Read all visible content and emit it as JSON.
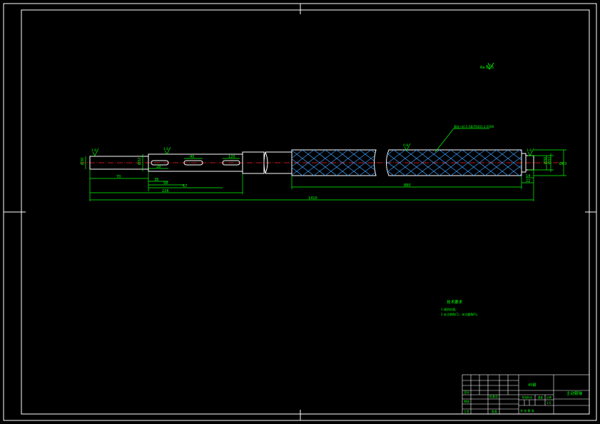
{
  "colors": {
    "background": "#000000",
    "frame": "#ffffff",
    "geometry": "#ffffff",
    "dimension": "#00ff00",
    "centerline": "#ff2020",
    "knurl": "#3aa0ff",
    "title_block": "#ffffff",
    "title_text": "#00ff00"
  },
  "roughness": {
    "general": "Ra 12.5",
    "left_end": "1.6",
    "journal": "1.6",
    "knurl_zone": "0.8",
    "right_end": "1.6"
  },
  "dimensions": {
    "d1": "Ø30",
    "d2": "Ø32",
    "d3": "Ø28",
    "d_right": "Ø30",
    "d_right2": "Ø32",
    "d_body": "Ø63",
    "len_a": "70",
    "len_b": "38",
    "len_c": "28",
    "len_d": "40",
    "len_e": "58",
    "len_f": "67",
    "len_g": "120",
    "len_h": "226",
    "len_knurl": "880",
    "len_r1": "14",
    "len_r2": "22",
    "len_total": "1410"
  },
  "leader_note": "滚花 m0.5 GB/T6403.3-2008",
  "tech_requirements": {
    "title": "技术要求",
    "items": [
      "1.调质处理。",
      "2.未注倒角C1，未注圆角R1。"
    ]
  },
  "title_block": {
    "part_name": "主动辊轴",
    "drawing_no": "主动辊",
    "material": "45钢",
    "scale": "1:5",
    "qty": "1",
    "weight": "",
    "sheet": "共 张 第 张",
    "labels": [
      "标记",
      "处数",
      "分区",
      "更改文件号",
      "签名",
      "年月日"
    ],
    "design": "设计",
    "check": "审核",
    "process": "工艺",
    "std": "标准化",
    "approve": "批准",
    "stage_label": "阶段标记",
    "weight_label": "重量",
    "scale_label": "比例"
  }
}
